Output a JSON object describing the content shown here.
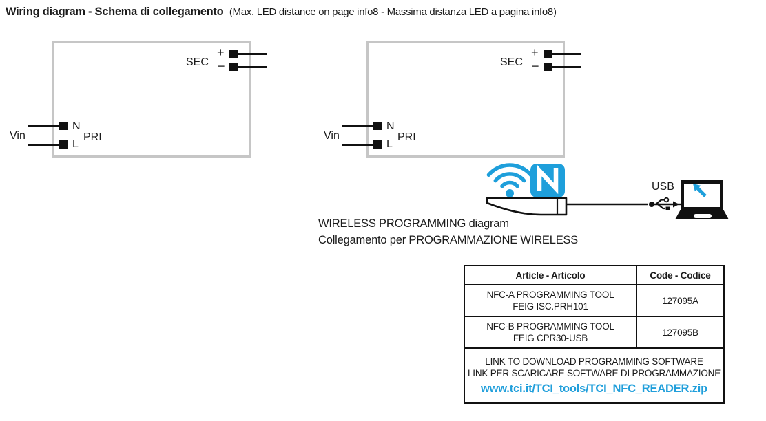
{
  "page": {
    "title_bold": "Wiring diagram - Schema di collegamento",
    "title_note": "(Max. LED distance on page info8 - Massima distanza LED a pagina info8)"
  },
  "wiring": {
    "labels": {
      "sec": "SEC",
      "plus": "+",
      "minus": "−",
      "vin": "Vin",
      "n": "N",
      "l": "L",
      "pri": "PRI"
    }
  },
  "wireless": {
    "caption_line1": "WIRELESS PROGRAMMING diagram",
    "caption_line2": "Collegamento per PROGRAMMAZIONE WIRELESS",
    "usb_label": "USB",
    "icons": [
      "wifi-icon",
      "nfc-n-mark-icon",
      "nfc-reader-wand-icon",
      "usb-trident-icon",
      "laptop-icon",
      "cursor-arrow-icon"
    ]
  },
  "table": {
    "headers": [
      "Article - Articolo",
      "Code - Codice"
    ],
    "rows": [
      {
        "article_line1": "NFC-A PROGRAMMING TOOL",
        "article_line2": "FEIG ISC.PRH101",
        "code": "127095A"
      },
      {
        "article_line1": "NFC-B PROGRAMMING TOOL",
        "article_line2": "FEIG CPR30-USB",
        "code": "127095B"
      }
    ],
    "footer": {
      "line1": "LINK TO DOWNLOAD PROGRAMMING SOFTWARE",
      "line2": "LINK PER SCARICARE SOFTWARE DI PROGRAMMAZIONE",
      "link": "www.tci.it/TCI_tools/TCI_NFC_READER.zip"
    }
  },
  "colors": {
    "accent_blue": "#1E9FDB",
    "link_blue": "#219FDB",
    "frame_gray": "#C6C6C6",
    "wire_black": "#111111"
  }
}
